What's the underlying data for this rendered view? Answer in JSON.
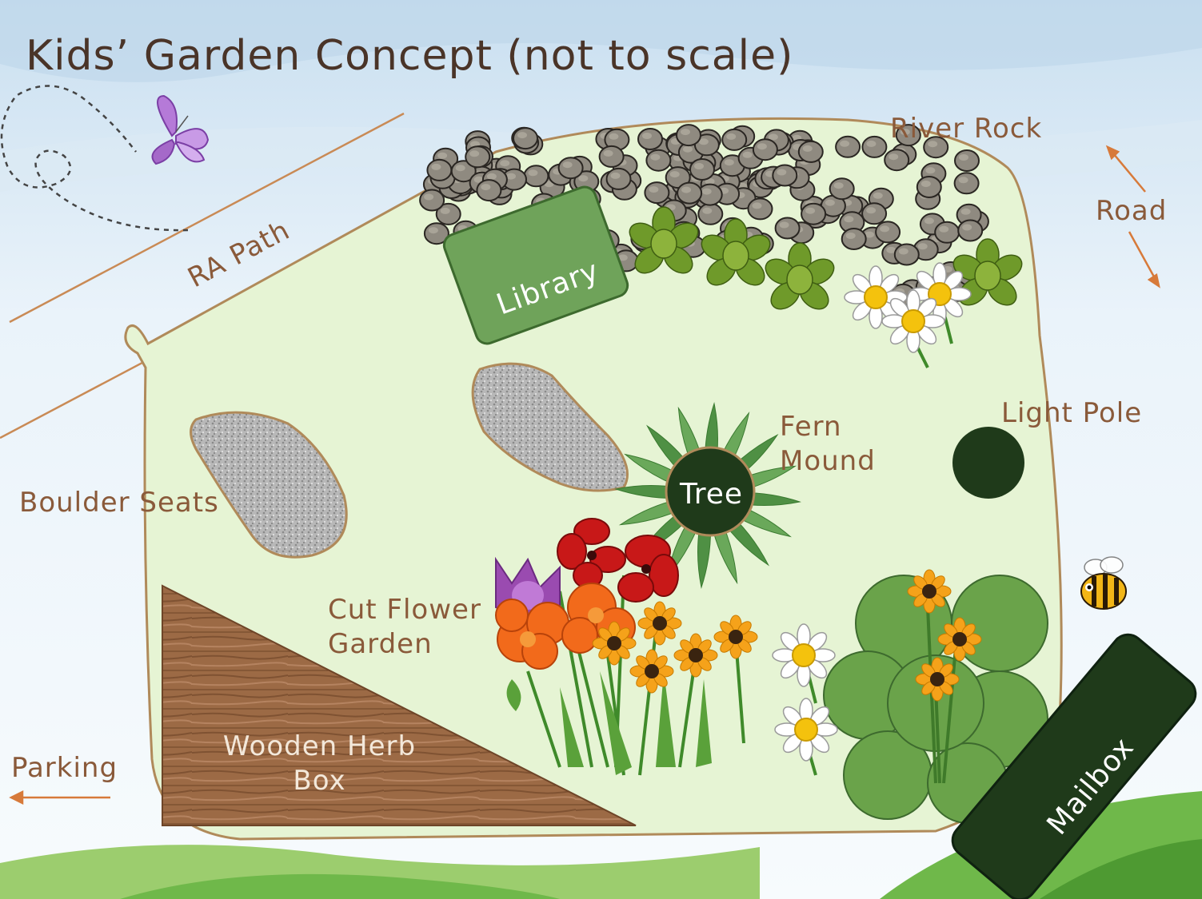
{
  "title": "Kids’ Garden Concept (not to scale)",
  "labels": {
    "river_rock": "River Rock",
    "road": "Road",
    "ra_path": "RA Path",
    "library": "Library",
    "fern_mound": [
      "Fern",
      "Mound"
    ],
    "light_pole": "Light Pole",
    "tree": "Tree",
    "boulder_seats": "Boulder Seats",
    "cut_flower_garden": [
      "Cut Flower",
      "Garden"
    ],
    "wooden_herb_box": [
      "Wooden Herb",
      "Box"
    ],
    "parking": "Parking",
    "mailbox": "Mailbox"
  },
  "colors": {
    "label_text": "#8a5a3a",
    "title_text": "#4a3428",
    "garden_fill": "#e6f4d4",
    "garden_outline": "#b08a5a",
    "library_green": "#6fa35a",
    "dark_green": "#1f3a1a",
    "wood": "#9c6a45",
    "rock": "#8f8a80",
    "hill_green": "#6fb84a"
  },
  "icons": [
    "butterfly-icon",
    "bee-icon",
    "daisy-icon",
    "sunflower-icon",
    "red-flower-icon",
    "purple-flower-icon",
    "orange-marigold-icon",
    "fern-icon",
    "shrub-icon",
    "arrow-icon"
  ]
}
